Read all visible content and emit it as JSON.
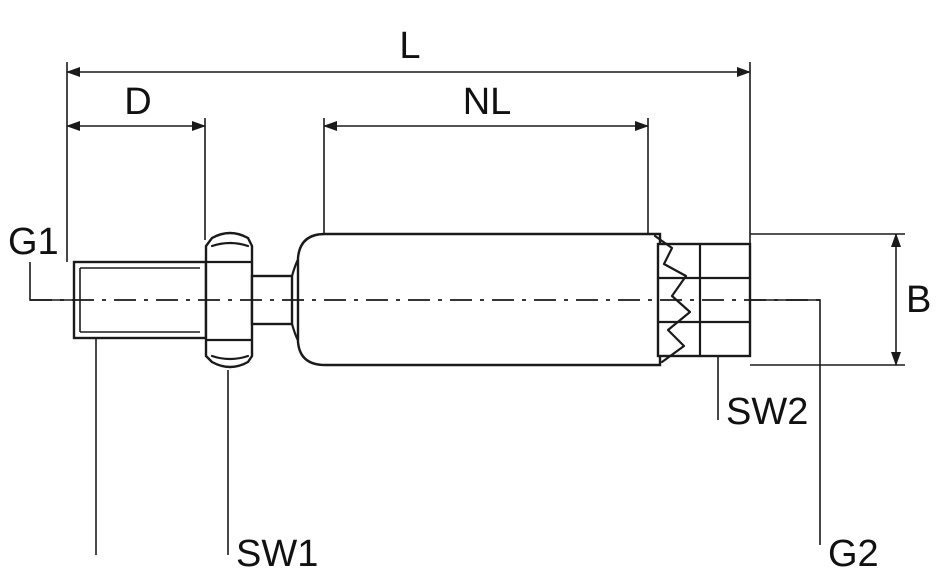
{
  "labels": {
    "L": "L",
    "D": "D",
    "NL": "NL",
    "G1": "G1",
    "B": "B",
    "SW2": "SW2",
    "SW1": "SW1",
    "G2": "G2"
  }
}
